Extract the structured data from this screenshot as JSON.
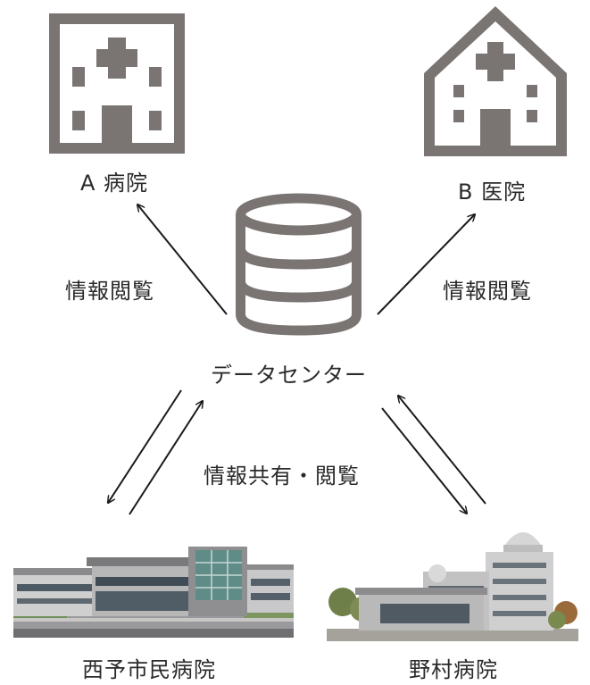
{
  "nodes": {
    "hospital_a": {
      "label": "A 病院",
      "icon": "hospital-building-icon"
    },
    "clinic_b": {
      "label": "B 医院",
      "icon": "clinic-house-icon"
    },
    "data_center": {
      "label": "データセンター",
      "icon": "database-icon"
    },
    "seiyo_hospital": {
      "label": "西予市民病院",
      "image": "seiyo-hospital-photo"
    },
    "nomura_hospital": {
      "label": "野村病院",
      "image": "nomura-hospital-photo"
    }
  },
  "edges": {
    "left_top": {
      "label": "情報閲覧"
    },
    "right_top": {
      "label": "情報閲覧"
    },
    "bottom": {
      "label": "情報共有・閲覧"
    }
  },
  "colors": {
    "icon": "#7a7472",
    "arrow": "#1a1a1a",
    "text": "#2a2a2a"
  }
}
